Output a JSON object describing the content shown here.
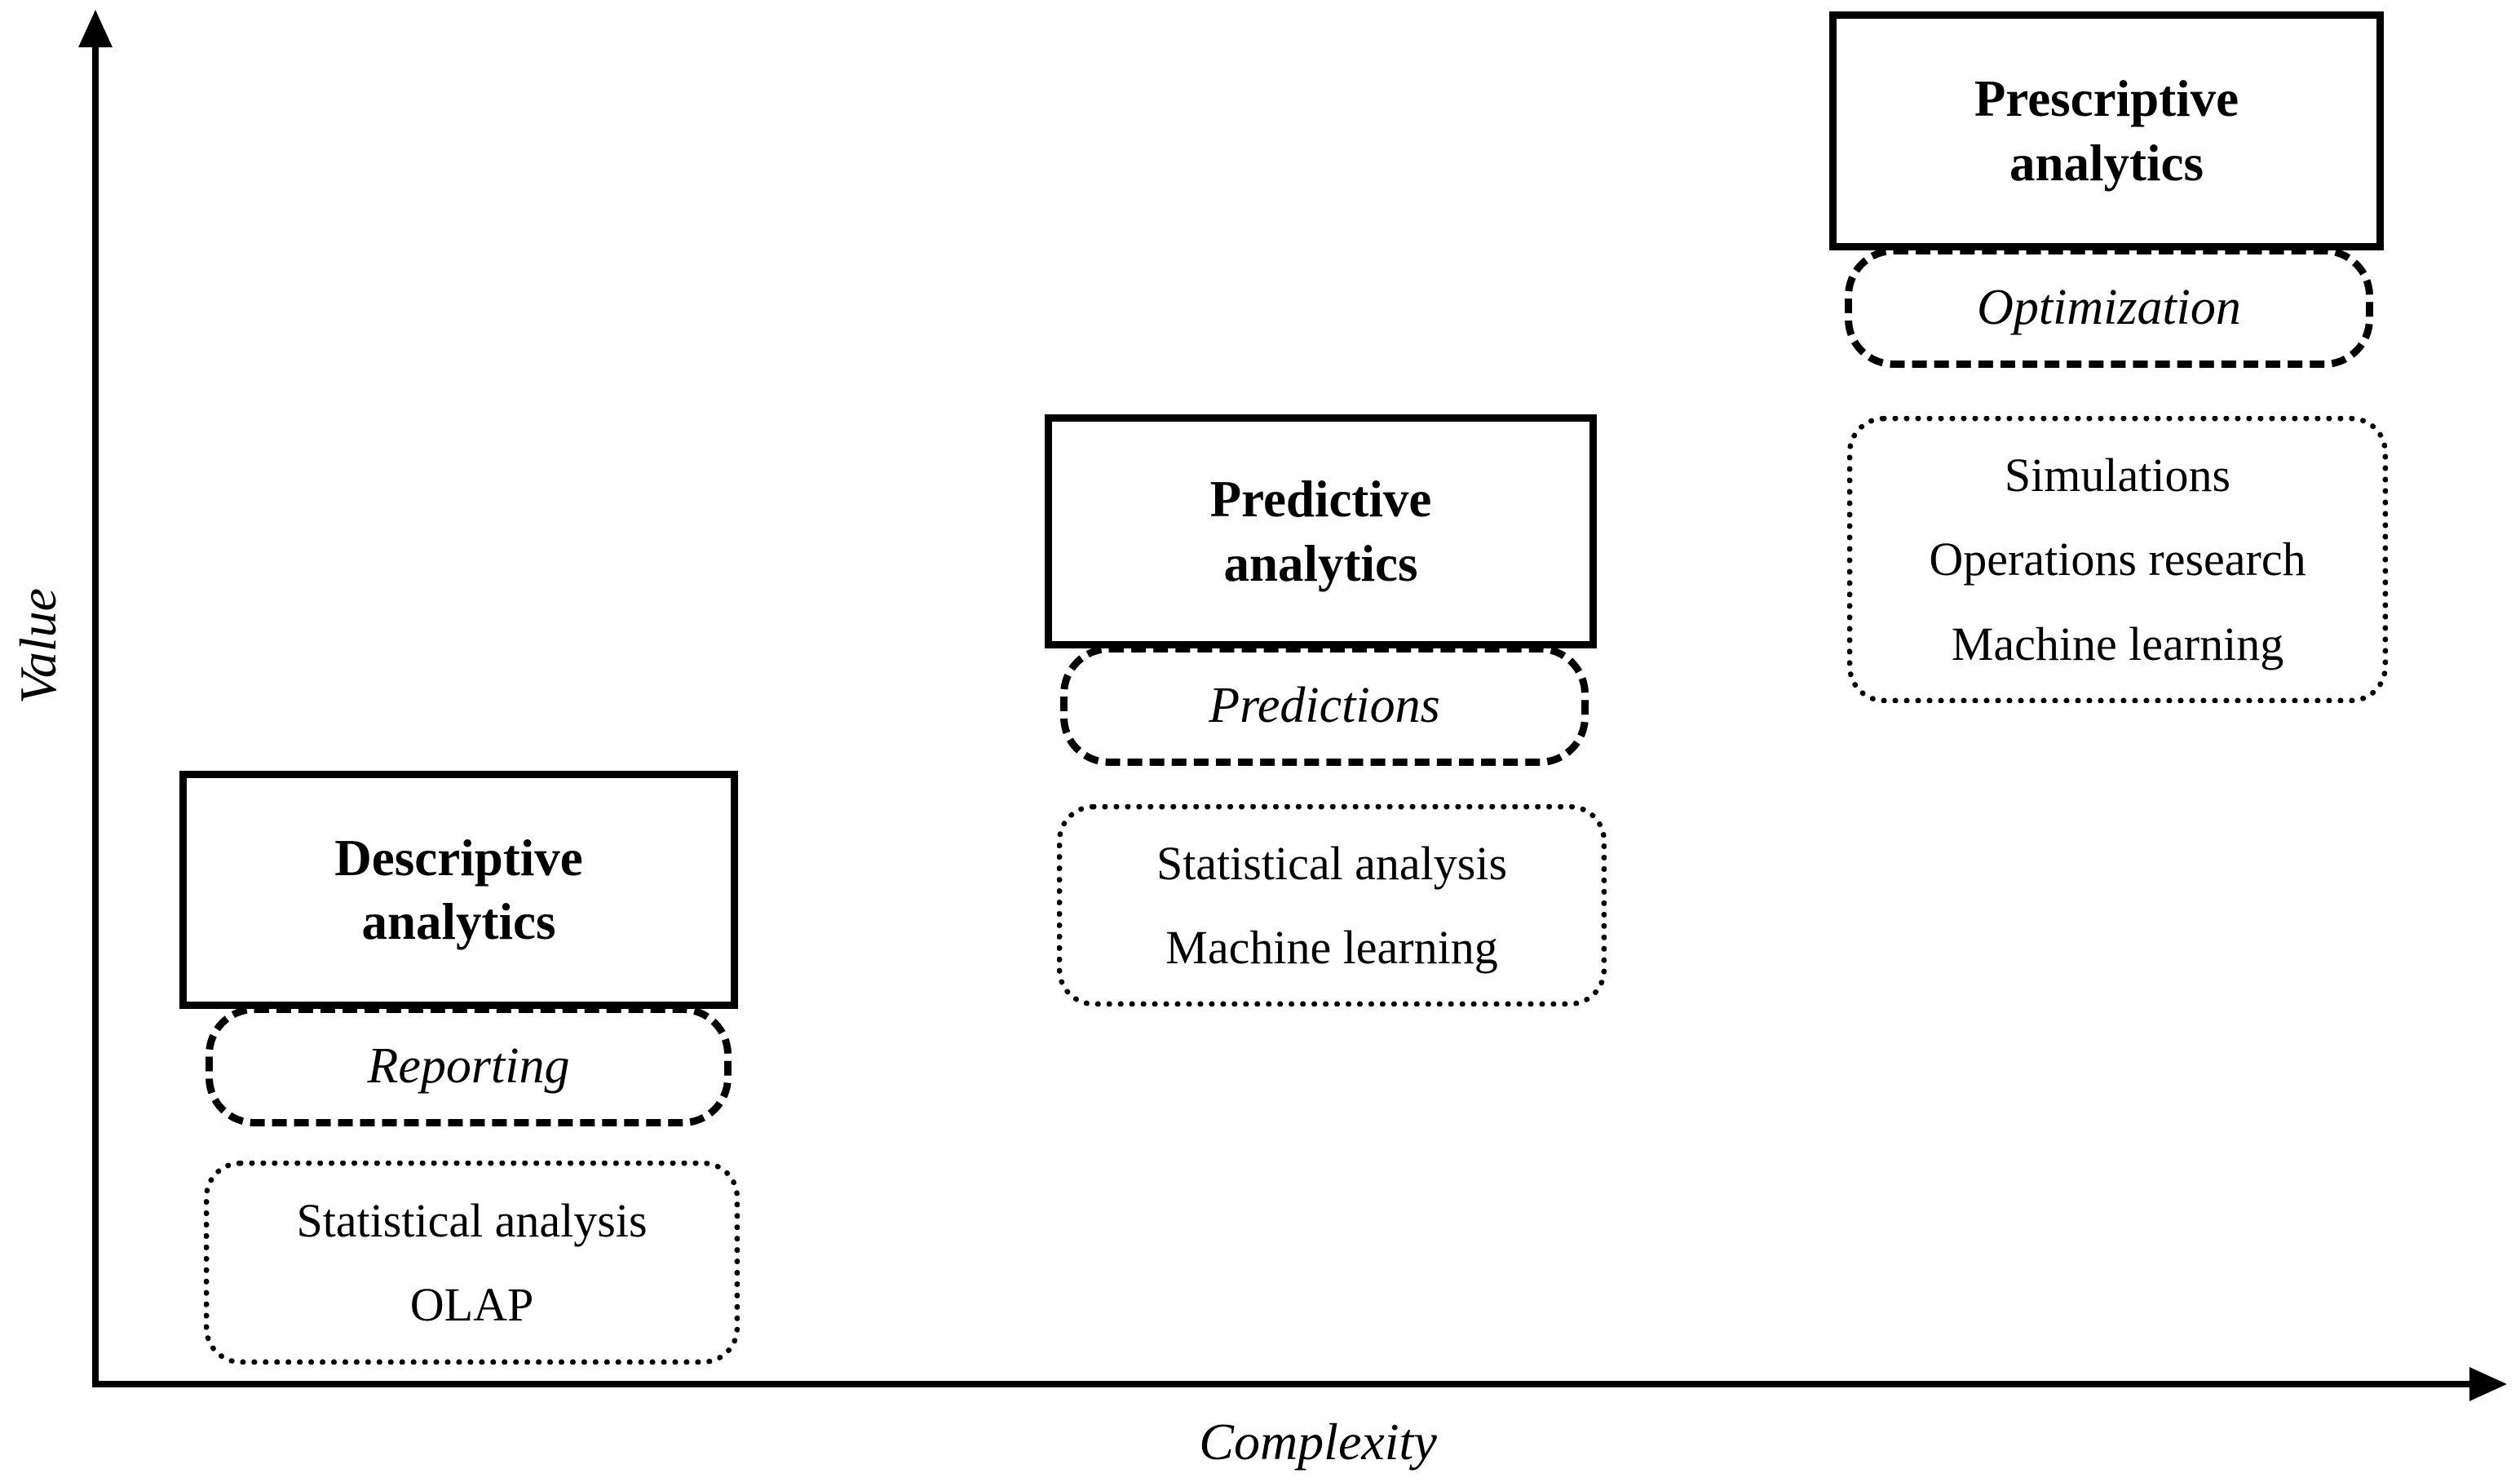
{
  "figure": {
    "description": "Analytics maturity diagram: value versus complexity",
    "colors": {
      "ink": "#000000",
      "background": "#ffffff"
    }
  },
  "axes": {
    "y_axis_label": "Value",
    "x_axis_label": "Complexity"
  },
  "stages": [
    {
      "name": "descriptive",
      "title": "Descriptive\nanalytics",
      "output_label": "Reporting",
      "techniques": [
        "Statistical analysis",
        "OLAP"
      ]
    },
    {
      "name": "predictive",
      "title": "Predictive\nanalytics",
      "output_label": "Predictions",
      "techniques": [
        "Statistical analysis",
        "Machine learning"
      ]
    },
    {
      "name": "prescriptive",
      "title": "Prescriptive\nanalytics",
      "output_label": "Optimization",
      "techniques": [
        "Simulations",
        "Operations research",
        "Machine learning"
      ]
    }
  ]
}
